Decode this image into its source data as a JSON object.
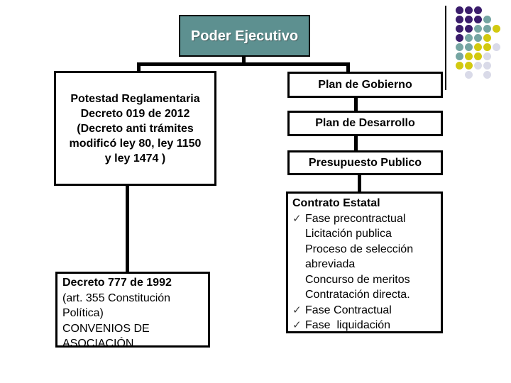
{
  "slide": {
    "title": "Poder Ejecutivo"
  },
  "icons": {
    "check": "✓"
  },
  "boxes": {
    "potestad": {
      "lines": [
        {
          "text": "Potestad Reglamentaria"
        },
        {
          "text": "Decreto 019 de 2012"
        },
        {
          "text": "(Decreto anti trámites"
        },
        {
          "text": "modificó ley 80, ley 1150"
        },
        {
          "text": "y ley 1474 )"
        }
      ]
    },
    "plan_gobierno": {
      "label": "Plan de Gobierno"
    },
    "plan_desarrollo": {
      "label": "Plan de Desarrollo"
    },
    "presupuesto": {
      "label": "Presupuesto Publico"
    },
    "contrato": {
      "lines": [
        {
          "text": "Contrato Estatal",
          "bold": true
        },
        {
          "text": "Fase precontractual",
          "check": true
        },
        {
          "text": "Licitación publica",
          "indent": true
        },
        {
          "text": "Proceso de selección",
          "indent": true
        },
        {
          "text": "abreviada",
          "indent": true
        },
        {
          "text": "Concurso de meritos",
          "indent": true
        },
        {
          "text": "Contratación directa.",
          "indent": true
        },
        {
          "text": "Fase Contractual",
          "check": true
        },
        {
          "text": "Fase  liquidación",
          "check": true
        }
      ]
    },
    "decreto": {
      "lines": [
        {
          "text": "Decreto 777 de 1992",
          "bold": true
        },
        {
          "text": "(art. 355 Constitución"
        },
        {
          "text": "Política)"
        },
        {
          "text": "CONVENIOS DE"
        },
        {
          "text": "ASOCIACIÓN."
        }
      ]
    }
  },
  "colors": {
    "title_fill": "#5d9090",
    "line": "#000000"
  },
  "dots": {
    "colors": {
      "P": "#3a1c6b",
      "T": "#75a5a2",
      "Y": "#d2c90f",
      "L": "#d9dae8"
    },
    "grid": [
      "PPP..",
      "PPPT.",
      "PPTTY",
      "PTTY.",
      "TTYYL",
      "TYYL.",
      "YYLL.",
      ".L.L."
    ],
    "pitch": 13,
    "diameter": 11
  }
}
